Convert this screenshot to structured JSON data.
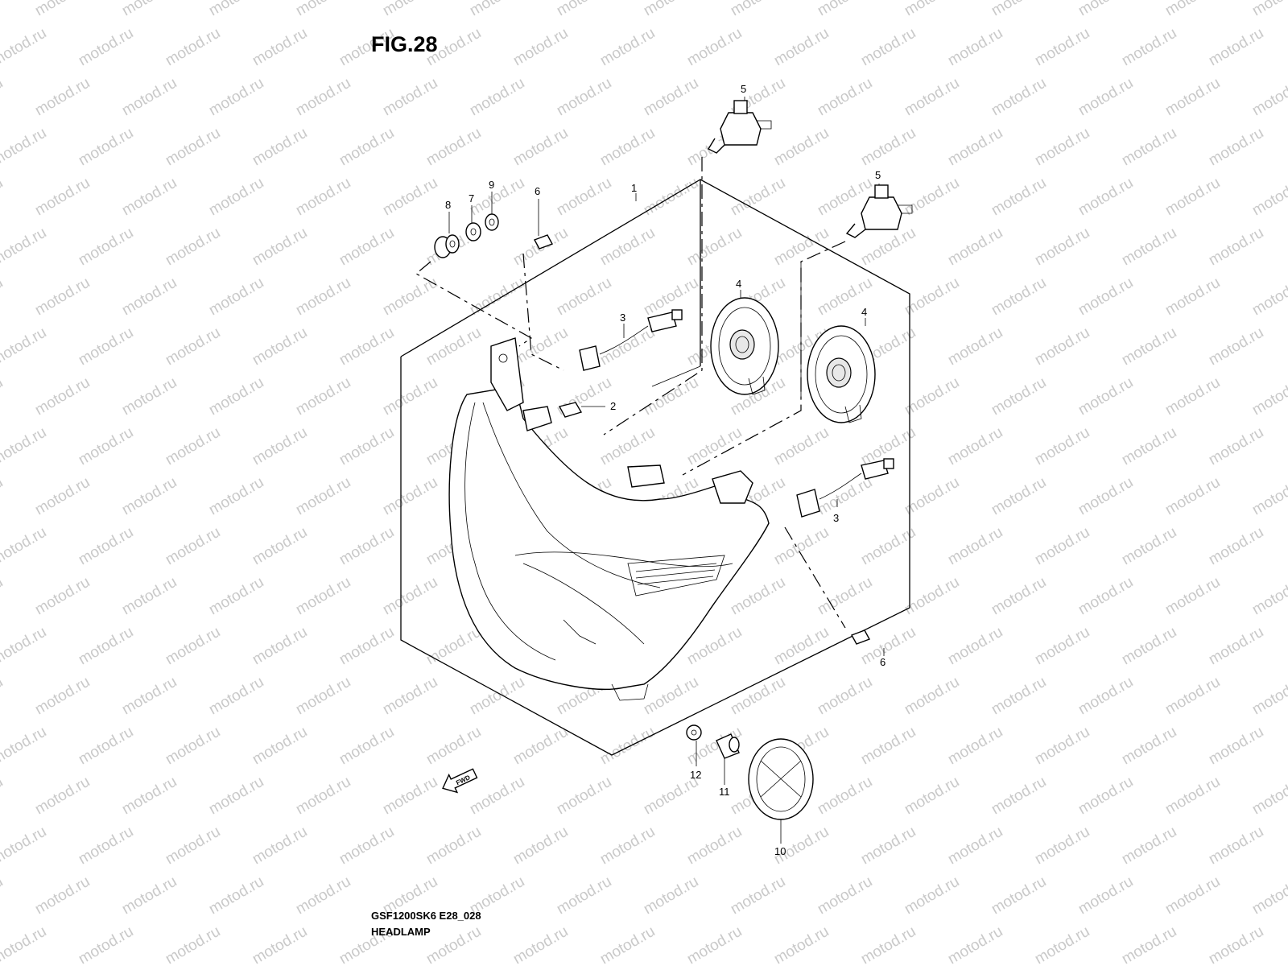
{
  "figure": {
    "title": "FIG.28",
    "model_code": "GSF1200SK6 E28_028",
    "assembly_name": "HEADLAMP"
  },
  "watermark": "motod.ru",
  "fwd_label": "FWD",
  "callouts": [
    "1",
    "2",
    "3",
    "3",
    "4",
    "4",
    "5",
    "5",
    "6",
    "6",
    "7",
    "8",
    "9",
    "10",
    "11",
    "12"
  ]
}
